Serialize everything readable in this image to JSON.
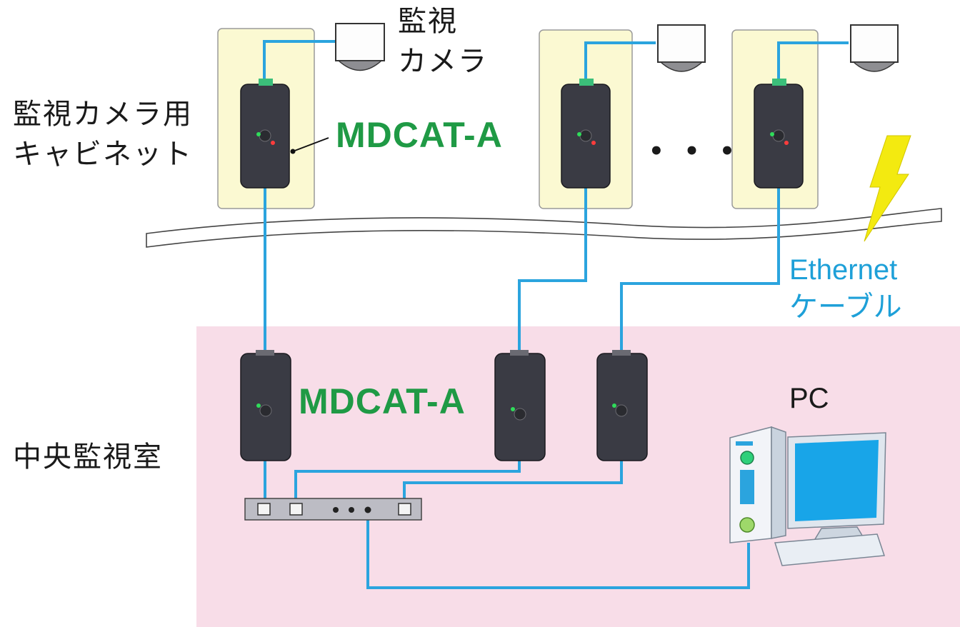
{
  "labels": {
    "camera": [
      "監視",
      "カメラ"
    ],
    "cabinet": [
      "監視カメラ用",
      "キャビネット"
    ],
    "product_top": "MDCAT-A",
    "product_bottom": "MDCAT-A",
    "ellipsis": "• • •",
    "ethernet": [
      "Ethernet",
      "ケーブル"
    ],
    "control_room": "中央監視室",
    "pc": "PC"
  },
  "colors": {
    "cabinet_fill": "#fbf9d2",
    "room_fill": "#f8dde8",
    "cable": "#2ba4de",
    "product_label": "#1f9a45",
    "ethernet_label": "#1ea0d8",
    "lightning": "#f3ea10",
    "device_body": "#3a3b44"
  },
  "icons": [
    "dome-camera-icon",
    "converter-device-icon",
    "network-switch-icon",
    "desktop-pc-icon",
    "lightning-bolt-icon"
  ]
}
